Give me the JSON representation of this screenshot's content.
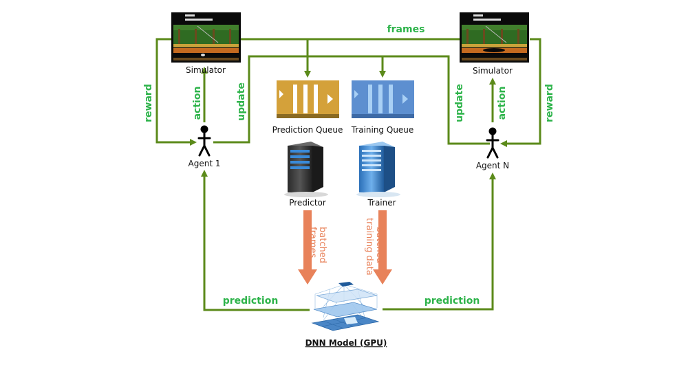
{
  "colors": {
    "link_green": "#5b8a1a",
    "label_green": "#2db34a",
    "batch_orange": "#e8825a",
    "prediction_queue": "#d4a13a",
    "training_queue": "#5d8fd0"
  },
  "labels": {
    "frames": "frames",
    "simulator_left": "Simulator",
    "simulator_right": "Simulator",
    "agent_left": "Agent 1",
    "agent_right": "Agent N",
    "reward_left": "reward",
    "reward_right": "reward",
    "action_left": "action",
    "action_right": "action",
    "update_left": "update",
    "update_right": "update",
    "prediction_queue": "Prediction Queue",
    "training_queue": "Training Queue",
    "predictor": "Predictor",
    "trainer": "Trainer",
    "batched_frames": [
      "batched",
      "frames"
    ],
    "batched_training": [
      "batched",
      "training data"
    ],
    "prediction_left": "prediction",
    "prediction_right": "prediction",
    "dnn_model": "DNN Model (GPU)"
  },
  "icons": {
    "simulator": "game-screen-icon",
    "agent": "stick-figure-icon",
    "queue": "queue-icon",
    "server": "server-icon",
    "network": "neural-network-icon"
  }
}
